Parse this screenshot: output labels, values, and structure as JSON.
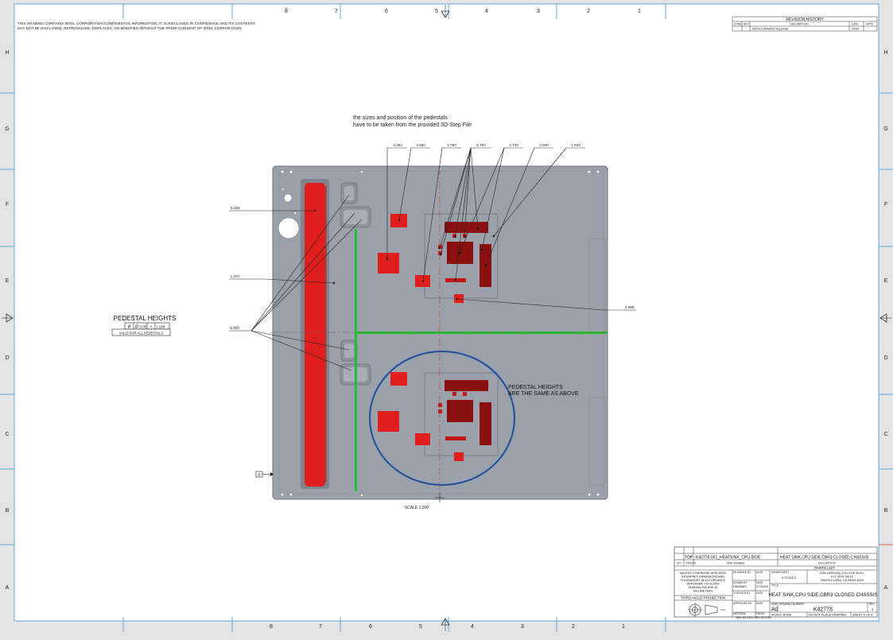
{
  "confidential_notice": [
    "THIS DRAWING CONTAINS INTEL CORPORATION CONFIDENTIAL INFORMATION. IT IS DISCLOSED IN CONFIDENCE AND ITS CONTENTS",
    "MAY NOT BE DISCLOSED, REPRODUCED, DISPLAYED, OR MODIFIED WITHOUT THE PRIOR CONSENT OF INTEL CORPORATION."
  ],
  "zones": {
    "columns_top": [
      "8",
      "7",
      "6",
      "5",
      "4",
      "3",
      "2",
      "1"
    ],
    "columns_bottom": [
      "8",
      "7",
      "6",
      "5",
      "4",
      "3",
      "2",
      "1"
    ],
    "rows": [
      "H",
      "G",
      "F",
      "E",
      "D",
      "C",
      "B",
      "A"
    ]
  },
  "revision_history": {
    "title": "REVISION HISTORY",
    "headers": [
      "ZONE",
      "REV",
      "DESCRIPTION",
      "DATE",
      "APPD"
    ],
    "row": [
      "-",
      "-",
      "INITIAL DRAWING RELEASE",
      "5/9/19",
      "-"
    ]
  },
  "note_step_file": [
    "the sizes and position of the pedestals",
    "have to be taken from the provided 3D-Step File"
  ],
  "callouts": {
    "top": [
      "3.283",
      "4.550",
      "4.790",
      "5.700",
      "4.740",
      "3.040",
      "1.840"
    ],
    "left_upper": "5.226",
    "left_middle": "1.247",
    "left_lower": "-5.000",
    "right": "4.900"
  },
  "pedestal_heights": {
    "title": "PEDESTAL HEIGHTS",
    "fcf_symbol": "//",
    "fcf_tolerance": "0.05",
    "fcf_datum": "A",
    "fcf_extra": "/ 100",
    "valid_note": "VALID FOR ALL PEDESTALS"
  },
  "pedestal_note": [
    "PEDESTAL HEIGHTS",
    "ARE THE SAME AS ABOVE"
  ],
  "datum_b": "B",
  "scale_note": "SCALE  1.000",
  "title_block": {
    "top_label": "TOP",
    "part_number": "K42778-001_HEATSINK_CPU-SIDE",
    "part_description": "HEAT SINK,CPU SIDE,CBR3 CLOSED CHASSIS",
    "qty_label": "QTY",
    "item_label": "ITEM NO",
    "part_number_label": "PART NUMBER",
    "description_label": "DESCRIPTION",
    "parts_list": "PARTS LIST",
    "tolerance_note": [
      "UNLESS OTHERWISE SPECIFIED",
      "INTERPRET DIMENSIONS AND",
      "TOLERANCES IN ACCORDANCE",
      "WITH ASME Y14.5-2009",
      "DIMENSIONS ARE IN",
      "MILLIMETERS"
    ],
    "designed_by": "DESIGNED BY",
    "drawn_by": "DRAWN BY",
    "drawn_name": "HWAMAS",
    "checked_by": "CHECKED BY",
    "approved_by": "APPROVED BY",
    "date_label": "DATE",
    "drawn_date": "07/29/19",
    "department_label": "DEPARTMENT",
    "department": "ICTG/DCG",
    "address": [
      "2200 MISSION COLLEGE BLVD.",
      "P.O. BOX 58119",
      "SANTA CLARA, CA 95052-8119"
    ],
    "title_label": "TITLE",
    "title": "HEAT SINK,CPU SIDE,CBR3 CLOSED CHASSIS",
    "projection": "THIRD ANGLE PROJECTION",
    "size_label": "SIZE",
    "size": "A0",
    "drawing_number_label": "DRAWING NUMBER",
    "drawing_number": "K42778",
    "rev_label": "REV",
    "rev": "1",
    "material_label": "MATERIAL",
    "material": "SEE NOTES",
    "finish_label": "FINISH",
    "finish": "SEE NOTES",
    "scale": "SCALE: NONE",
    "do_not_scale": "DO NOT SCALE DRAWING",
    "sheet": "SHEET 4 OF 4"
  },
  "colors": {
    "plate": "#9ba1ab",
    "pedestal": "#e01e1e",
    "pedestal_dark": "#8c1010",
    "green_line": "#22c02a",
    "circle": "#1f4f9c",
    "zone_line": "#5da8dc"
  }
}
